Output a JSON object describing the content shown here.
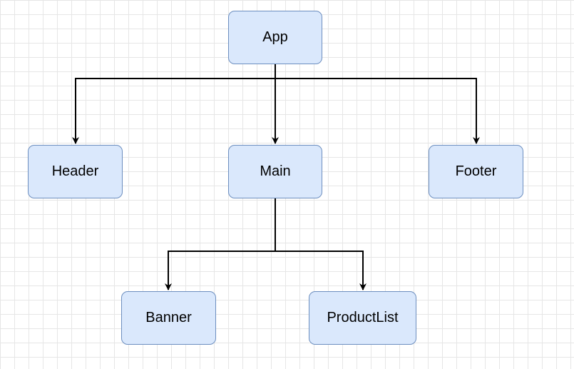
{
  "diagram": {
    "nodes": {
      "app": "App",
      "header": "Header",
      "main": "Main",
      "footer": "Footer",
      "banner": "Banner",
      "productlist": "ProductList"
    },
    "edges": [
      {
        "from": "App",
        "to": "Header"
      },
      {
        "from": "App",
        "to": "Main"
      },
      {
        "from": "App",
        "to": "Footer"
      },
      {
        "from": "Main",
        "to": "Banner"
      },
      {
        "from": "Main",
        "to": "ProductList"
      }
    ],
    "colors": {
      "node_fill": "#dae8fc",
      "node_stroke": "#6c8ebf",
      "edge": "#000000",
      "grid": "#e6e6e6"
    }
  }
}
